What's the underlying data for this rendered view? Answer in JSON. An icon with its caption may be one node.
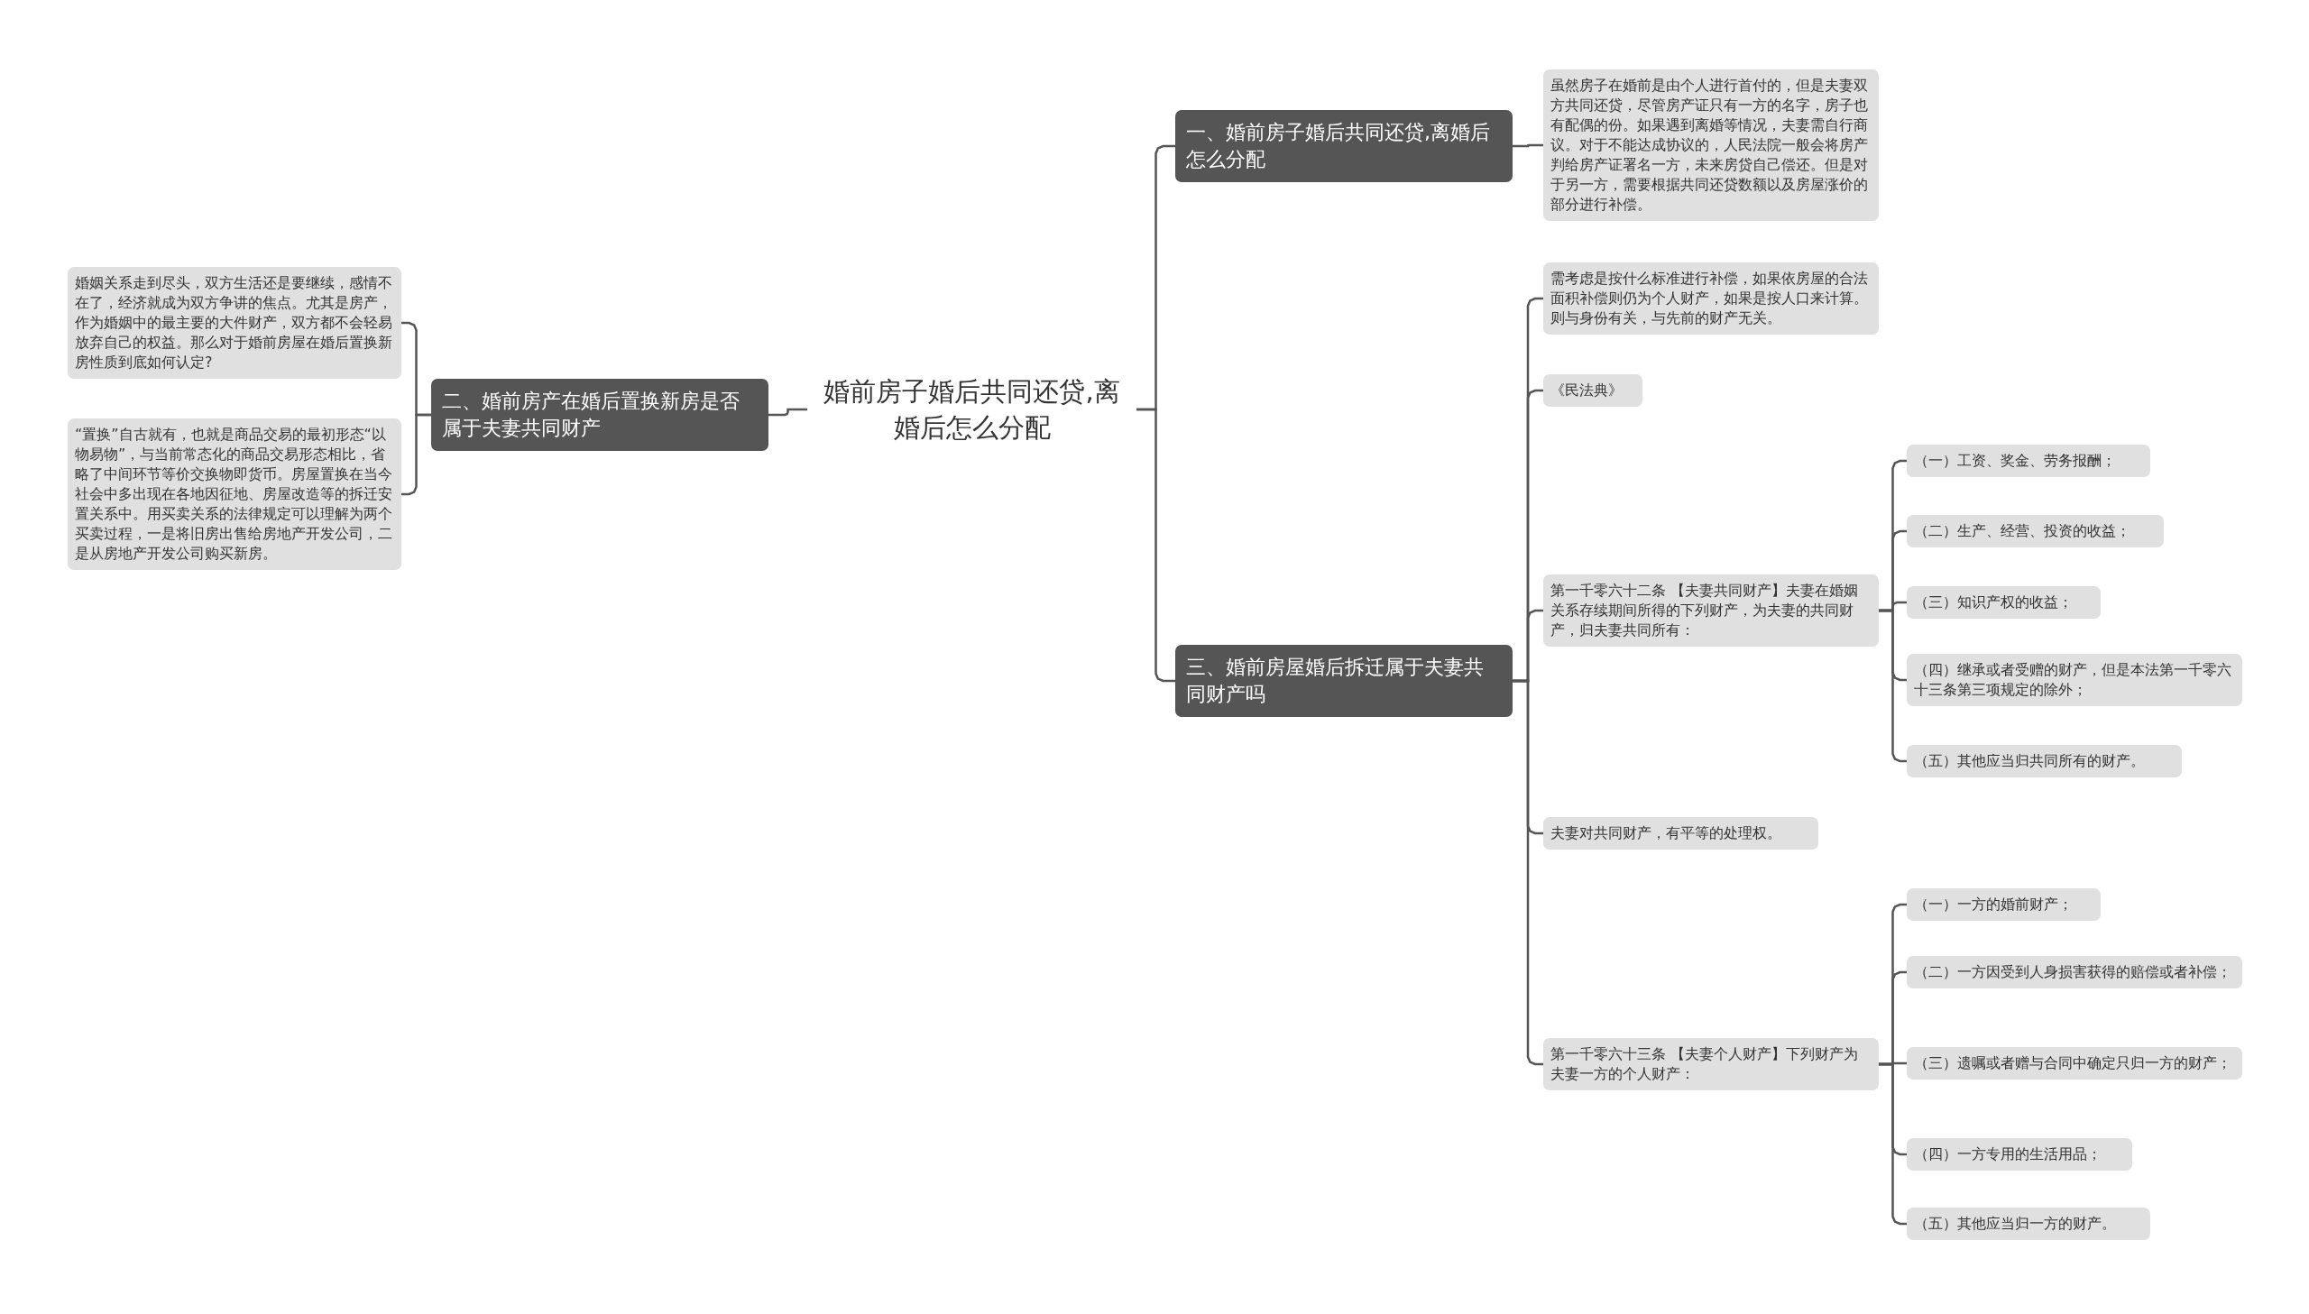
{
  "diagram": {
    "nodes": [
      {
        "text": [
          "婚前房子婚后共同还贷,离婚后怎么分配"
        ]
      },
      {
        "text": [
          "一、婚前房子婚后共同还贷,离婚后怎么分配"
        ]
      },
      {
        "text": [
          "虽然房子在婚前是由个人进行首付的，但是夫妻双方共同还贷，尽管房产证只有一方的名字，房子也有配偶的份。如果遇到离婚等情况，夫妻需自行商议。对于不能达成协议的，人民法院一般会将房产判给房产证署名一方，未来房贷自己偿还。但是对于另一方，需要根据共同还贷数额以及房屋涨价的部分进行补偿。"
        ]
      },
      {
        "text": [
          "二、婚前房产在婚后置换新房是否属于夫妻共同财产"
        ]
      },
      {
        "text": [
          "婚姻关系走到尽头，双方生活还是要继续，感情不在了，经济就成为双方争讲的焦点。尤其是房产，作为婚姻中的最主要的大件财产，双方都不会轻易放弃自己的权益。那么对于婚前房屋在婚后置换新房性质到底如何认定?"
        ]
      },
      {
        "text": [
          "“置换”自古就有，也就是商品交易的最初形态“以物易物”，与当前常态化的商品交易形态相比，省略了中间环节等价交换物即货币。房屋置换在当今社会中多出现在各地因征地、房屋改造等的拆迁安置关系中。用买卖关系的法律规定可以理解为两个买卖过程，一是将旧房出售给房地产开发公司，二是从房地产开发公司购买新房。"
        ]
      },
      {
        "text": [
          "三、婚前房屋婚后拆迁属于夫妻共同财产吗"
        ]
      },
      {
        "text": [
          "需考虑是按什么标准进行补偿，如果依房屋的合法面积补偿则仍为个人财产，如果是按人口来计算。则与身份有关，与先前的财产无关。"
        ]
      },
      {
        "text": [
          "《民法典》"
        ]
      },
      {
        "text": [
          "第一千零六十二条 【夫妻共同财产】夫妻在婚姻关系存续期间所得的下列财产，为夫妻的共同财产，归夫妻共同所有："
        ]
      },
      {
        "text": [
          "（一）工资、奖金、劳务报酬；"
        ]
      },
      {
        "text": [
          "（二）生产、经营、投资的收益；"
        ]
      },
      {
        "text": [
          "（三）知识产权的收益；"
        ]
      },
      {
        "text": [
          "（四）继承或者受赠的财产，但是本法第一千零六十三条第三项规定的除外；"
        ]
      },
      {
        "text": [
          "（五）其他应当归共同所有的财产。"
        ]
      },
      {
        "text": [
          "夫妻对共同财产，有平等的处理权。"
        ]
      },
      {
        "text": [
          "第一千零六十三条 【夫妻个人财产】下列财产为夫妻一方的个人财产："
        ]
      },
      {
        "text": [
          "（一）一方的婚前财产；"
        ]
      },
      {
        "text": [
          "（二）一方因受到人身损害获得的赔偿或者补偿；"
        ]
      },
      {
        "text": [
          "（三）遗嘱或者赠与合同中确定只归一方的财产；"
        ]
      },
      {
        "text": [
          "（四）一方专用的生活用品；"
        ]
      },
      {
        "text": [
          "（五）其他应当归一方的财产。"
        ]
      }
    ],
    "edges": [
      {
        "from": 0,
        "to": 1,
        "arrow": "none"
      },
      {
        "from": 0,
        "to": 3,
        "arrow": "none"
      },
      {
        "from": 0,
        "to": 6,
        "arrow": "none"
      },
      {
        "from": 1,
        "to": 2,
        "arrow": "none"
      },
      {
        "from": 3,
        "to": 4,
        "arrow": "none"
      },
      {
        "from": 3,
        "to": 5,
        "arrow": "none"
      },
      {
        "from": 6,
        "to": 7,
        "arrow": "none"
      },
      {
        "from": 6,
        "to": 8,
        "arrow": "none"
      },
      {
        "from": 6,
        "to": 9,
        "arrow": "none"
      },
      {
        "from": 6,
        "to": 15,
        "arrow": "none"
      },
      {
        "from": 6,
        "to": 16,
        "arrow": "none"
      },
      {
        "from": 9,
        "to": 10,
        "arrow": "none"
      },
      {
        "from": 9,
        "to": 11,
        "arrow": "none"
      },
      {
        "from": 9,
        "to": 12,
        "arrow": "none"
      },
      {
        "from": 9,
        "to": 13,
        "arrow": "none"
      },
      {
        "from": 9,
        "to": 14,
        "arrow": "none"
      },
      {
        "from": 16,
        "to": 17,
        "arrow": "none"
      },
      {
        "from": 16,
        "to": 18,
        "arrow": "none"
      },
      {
        "from": 16,
        "to": 19,
        "arrow": "none"
      },
      {
        "from": 16,
        "to": 20,
        "arrow": "none"
      },
      {
        "from": 16,
        "to": 21,
        "arrow": "none"
      }
    ]
  }
}
